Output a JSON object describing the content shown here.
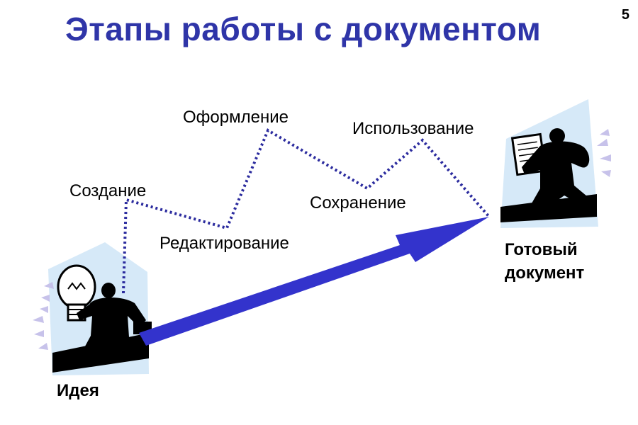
{
  "slide": {
    "title": "Этапы работы с документом",
    "page_number": "5"
  },
  "stages": {
    "create": "Создание",
    "edit": "Редактирование",
    "format": "Оформление",
    "save": "Сохранение",
    "use": "Использование"
  },
  "endpoints": {
    "ready_line1": "Готовый",
    "ready_line2": "документ",
    "idea": "Идея"
  },
  "colors": {
    "title": "#2f35a8",
    "arrow": "#3333cc",
    "path": "#2b2b9e",
    "panel": "#d6e9f8"
  },
  "icons": {
    "idea_figure": "person-with-lightbulb-icon",
    "ready_figure": "person-with-document-icon"
  }
}
